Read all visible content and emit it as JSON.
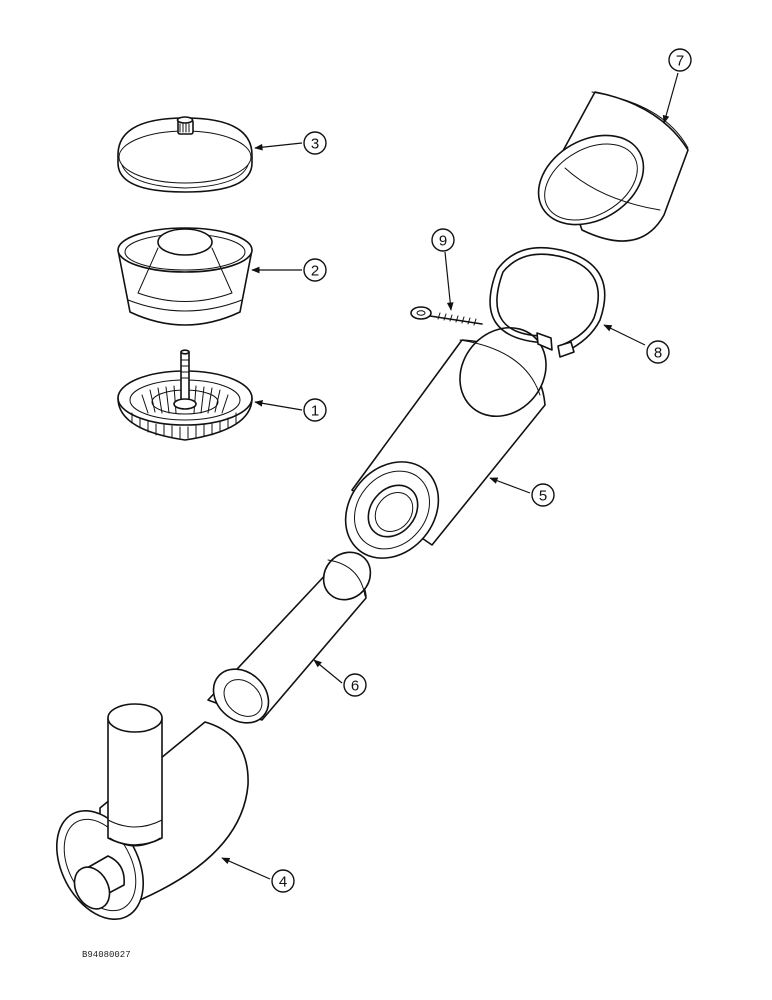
{
  "callouts": {
    "c1": "1",
    "c2": "2",
    "c3": "3",
    "c4": "4",
    "c5": "5",
    "c6": "6",
    "c7": "7",
    "c8": "8",
    "c9": "9"
  },
  "reference_code": "B94080027"
}
